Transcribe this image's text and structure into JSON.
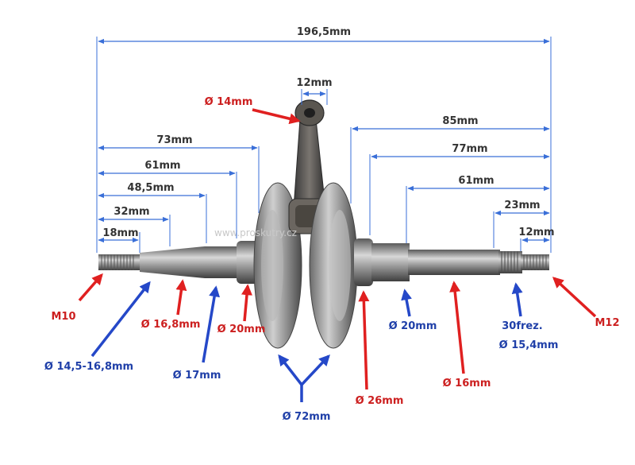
{
  "dimensions": {
    "total_length": "196,5mm",
    "pin_width": "12mm",
    "left_73": "73mm",
    "left_61": "61mm",
    "left_48_5": "48,5mm",
    "left_32": "32mm",
    "left_18": "18mm",
    "right_85": "85mm",
    "right_77": "77mm",
    "right_61": "61mm",
    "right_23": "23mm",
    "right_12": "12mm"
  },
  "callouts": {
    "pin_diameter": "Ø 14mm",
    "m10": "M10",
    "m12": "M12",
    "taper": "Ø 14,5-16,8mm",
    "d16_8": "Ø 16,8mm",
    "d17": "Ø 17mm",
    "d20_left": "Ø 20mm",
    "d72": "Ø 72mm",
    "d26": "Ø 26mm",
    "d20_right": "Ø 20mm",
    "d16": "Ø 16mm",
    "splines_line1": "30frez.",
    "splines_line2": "Ø 15,4mm"
  },
  "watermark": "www.proskutry.cz",
  "colors": {
    "red_arrow": "#e02020",
    "blue_arrow": "#2548c8",
    "dimension_line": "#3a6fd8",
    "metal": "#9a9a9a"
  }
}
